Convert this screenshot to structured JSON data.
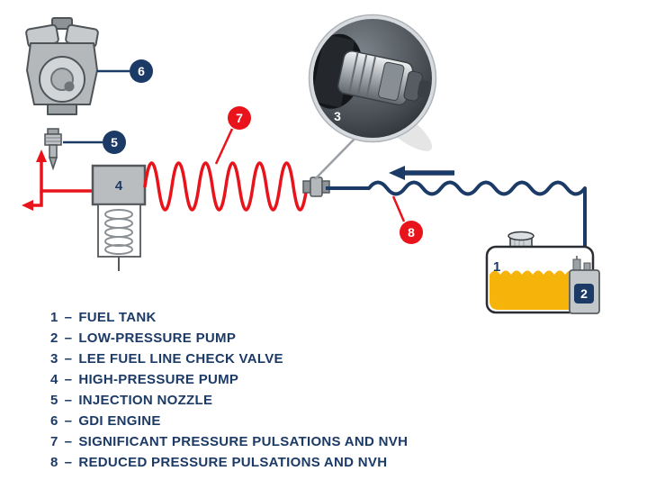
{
  "colors": {
    "navy": "#1c3a66",
    "red": "#e8131b",
    "fuel_yellow": "#f6b40a",
    "component_gray": "#b4b8bb"
  },
  "diagram": {
    "badges": {
      "b1": "1",
      "b2": "2",
      "b3": "3",
      "b4": "4",
      "b5": "5",
      "b6": "6",
      "b7": "7",
      "b8": "8"
    }
  },
  "legend": {
    "separator": "–",
    "items": [
      {
        "num": "1",
        "label": "FUEL TANK"
      },
      {
        "num": "2",
        "label": "LOW-PRESSURE PUMP"
      },
      {
        "num": "3",
        "label": "LEE FUEL LINE CHECK VALVE"
      },
      {
        "num": "4",
        "label": "HIGH-PRESSURE PUMP"
      },
      {
        "num": "5",
        "label": "INJECTION NOZZLE"
      },
      {
        "num": "6",
        "label": "GDI ENGINE"
      },
      {
        "num": "7",
        "label": "SIGNIFICANT PRESSURE PULSATIONS AND NVH"
      },
      {
        "num": "8",
        "label": "REDUCED PRESSURE PULSATIONS AND NVH"
      }
    ]
  }
}
